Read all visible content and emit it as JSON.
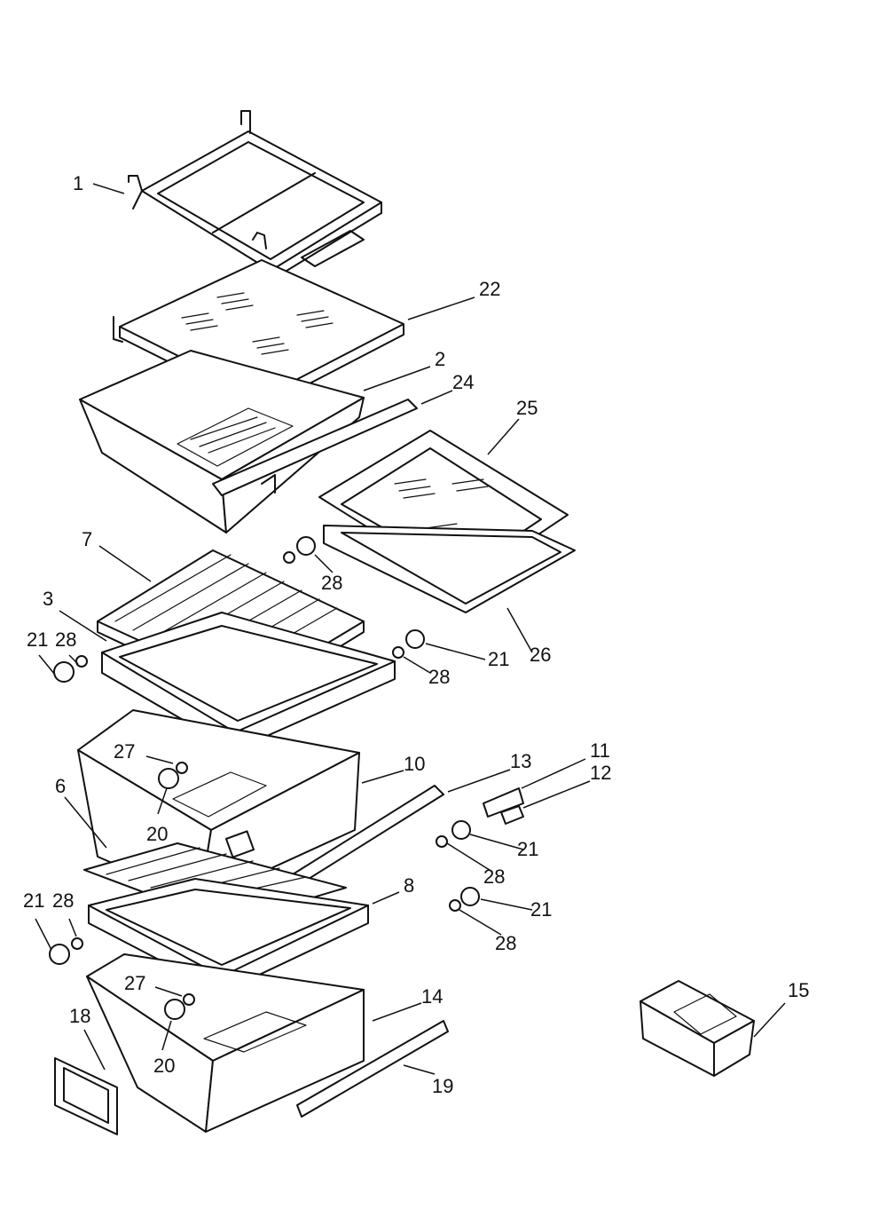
{
  "callouts": [
    {
      "id": "c1",
      "label": "1"
    },
    {
      "id": "c22",
      "label": "22"
    },
    {
      "id": "c2",
      "label": "2"
    },
    {
      "id": "c24",
      "label": "24"
    },
    {
      "id": "c25",
      "label": "25"
    },
    {
      "id": "c7",
      "label": "7"
    },
    {
      "id": "c28a",
      "label": "28"
    },
    {
      "id": "c3",
      "label": "3"
    },
    {
      "id": "c21a",
      "label": "21"
    },
    {
      "id": "c28b",
      "label": "28"
    },
    {
      "id": "c21b",
      "label": "21"
    },
    {
      "id": "c26",
      "label": "26"
    },
    {
      "id": "c28c",
      "label": "28"
    },
    {
      "id": "c27a",
      "label": "27"
    },
    {
      "id": "c10",
      "label": "10"
    },
    {
      "id": "c13",
      "label": "13"
    },
    {
      "id": "c11",
      "label": "11"
    },
    {
      "id": "c12",
      "label": "12"
    },
    {
      "id": "c20a",
      "label": "20"
    },
    {
      "id": "c6",
      "label": "6"
    },
    {
      "id": "c21c",
      "label": "21"
    },
    {
      "id": "c28d",
      "label": "28"
    },
    {
      "id": "c8",
      "label": "8"
    },
    {
      "id": "c21d",
      "label": "21"
    },
    {
      "id": "c21e",
      "label": "21"
    },
    {
      "id": "c28e",
      "label": "28"
    },
    {
      "id": "c28f",
      "label": "28"
    },
    {
      "id": "c27b",
      "label": "27"
    },
    {
      "id": "c14",
      "label": "14"
    },
    {
      "id": "c15",
      "label": "15"
    },
    {
      "id": "c18",
      "label": "18"
    },
    {
      "id": "c20b",
      "label": "20"
    },
    {
      "id": "c19",
      "label": "19"
    }
  ]
}
